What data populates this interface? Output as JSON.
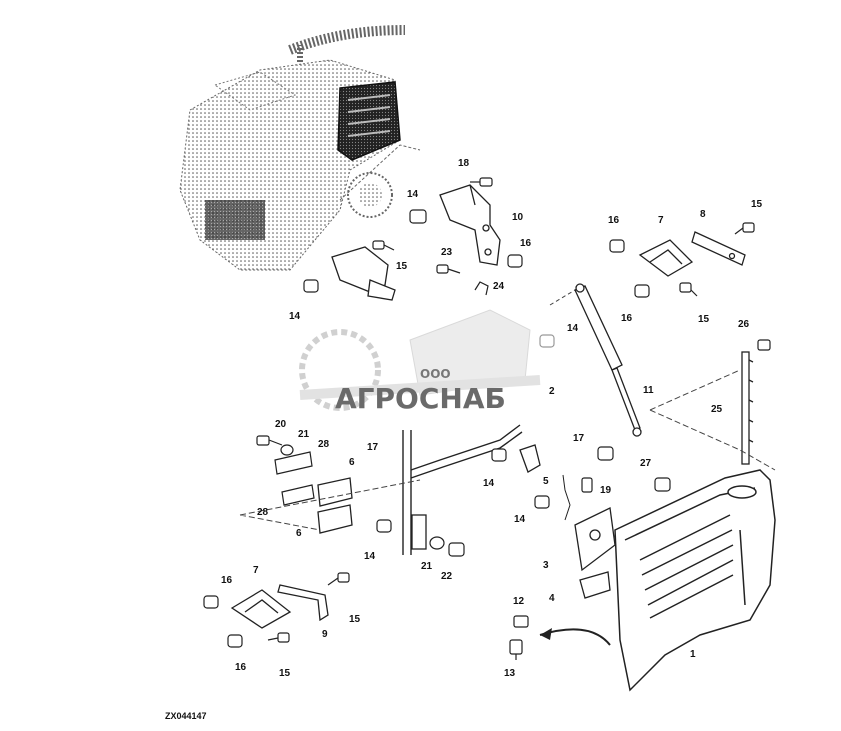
{
  "figure_code": "ZX044147",
  "watermark": {
    "prefix": "ООО",
    "brand": "АГРОСНАБ"
  },
  "parts": [
    {
      "id": "p1",
      "label": "1"
    },
    {
      "id": "p2",
      "label": "2"
    },
    {
      "id": "p3",
      "label": "3"
    },
    {
      "id": "p4",
      "label": "4"
    },
    {
      "id": "p5",
      "label": "5"
    },
    {
      "id": "p6a",
      "label": "6"
    },
    {
      "id": "p6b",
      "label": "6"
    },
    {
      "id": "p7a",
      "label": "7"
    },
    {
      "id": "p7b",
      "label": "7"
    },
    {
      "id": "p8",
      "label": "8"
    },
    {
      "id": "p9",
      "label": "9"
    },
    {
      "id": "p10",
      "label": "10"
    },
    {
      "id": "p11",
      "label": "11"
    },
    {
      "id": "p12",
      "label": "12"
    },
    {
      "id": "p13",
      "label": "13"
    },
    {
      "id": "p14a",
      "label": "14"
    },
    {
      "id": "p14b",
      "label": "14"
    },
    {
      "id": "p14c",
      "label": "14"
    },
    {
      "id": "p14d",
      "label": "14"
    },
    {
      "id": "p14e",
      "label": "14"
    },
    {
      "id": "p14f",
      "label": "14"
    },
    {
      "id": "p15a",
      "label": "15"
    },
    {
      "id": "p15b",
      "label": "15"
    },
    {
      "id": "p15c",
      "label": "15"
    },
    {
      "id": "p15d",
      "label": "15"
    },
    {
      "id": "p15e",
      "label": "15"
    },
    {
      "id": "p16a",
      "label": "16"
    },
    {
      "id": "p16b",
      "label": "16"
    },
    {
      "id": "p16c",
      "label": "16"
    },
    {
      "id": "p16d",
      "label": "16"
    },
    {
      "id": "p16e",
      "label": "16"
    },
    {
      "id": "p17a",
      "label": "17"
    },
    {
      "id": "p17b",
      "label": "17"
    },
    {
      "id": "p18",
      "label": "18"
    },
    {
      "id": "p19",
      "label": "19"
    },
    {
      "id": "p20",
      "label": "20"
    },
    {
      "id": "p21a",
      "label": "21"
    },
    {
      "id": "p21b",
      "label": "21"
    },
    {
      "id": "p22",
      "label": "22"
    },
    {
      "id": "p23",
      "label": "23"
    },
    {
      "id": "p24",
      "label": "24"
    },
    {
      "id": "p25",
      "label": "25"
    },
    {
      "id": "p26",
      "label": "26"
    },
    {
      "id": "p27",
      "label": "27"
    },
    {
      "id": "p28a",
      "label": "28"
    },
    {
      "id": "p28b",
      "label": "28"
    }
  ]
}
